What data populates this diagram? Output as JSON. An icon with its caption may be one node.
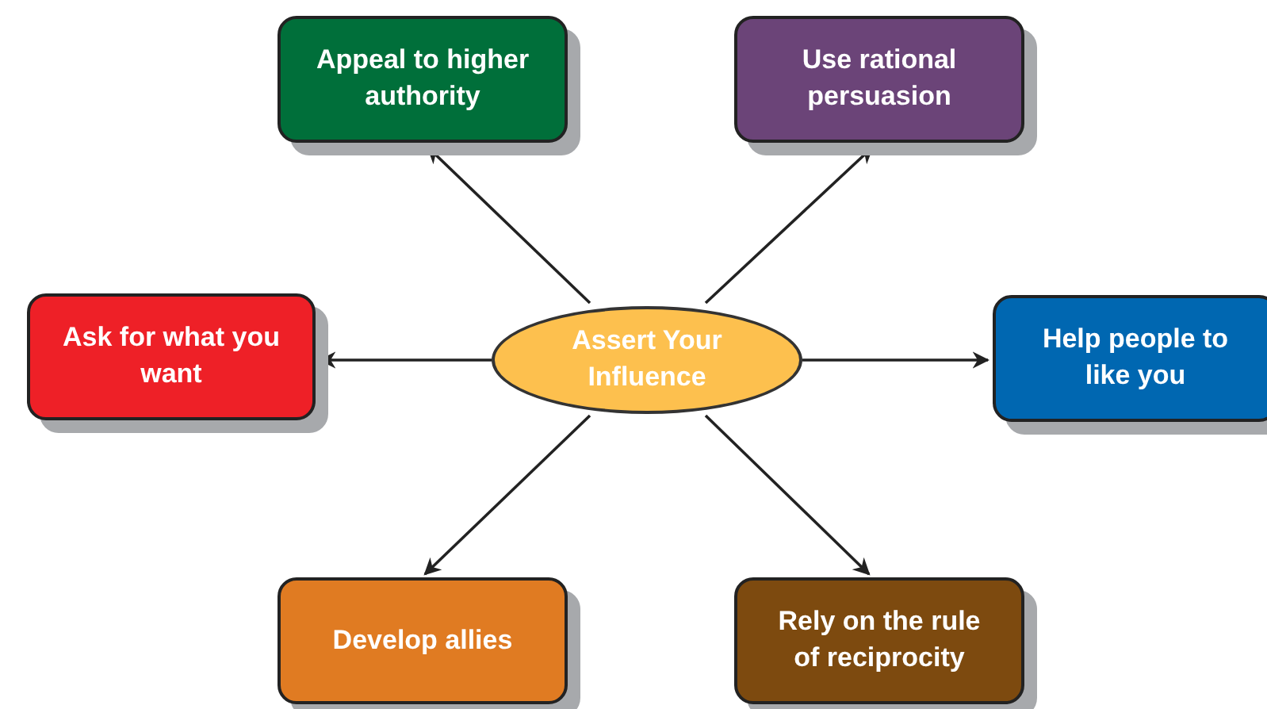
{
  "diagram": {
    "nodes": [
      {
        "text": [
          "Assert Your Influence"
        ]
      },
      {
        "text": [
          "Appeal to higher authority"
        ]
      },
      {
        "text": [
          "Use rational persuasion"
        ]
      },
      {
        "text": [
          "Ask for what you want"
        ]
      },
      {
        "text": [
          "Help people to like you"
        ]
      },
      {
        "text": [
          "Develop allies"
        ]
      },
      {
        "text": [
          "Rely on the rule of reciprocity"
        ]
      }
    ],
    "edges": [
      {
        "from": 0,
        "to": 1,
        "arrow": "to"
      },
      {
        "from": 0,
        "to": 2,
        "arrow": "to"
      },
      {
        "from": 0,
        "to": 3,
        "arrow": "to"
      },
      {
        "from": 0,
        "to": 4,
        "arrow": "to"
      },
      {
        "from": 0,
        "to": 5,
        "arrow": "to"
      },
      {
        "from": 0,
        "to": 6,
        "arrow": "to"
      }
    ]
  }
}
